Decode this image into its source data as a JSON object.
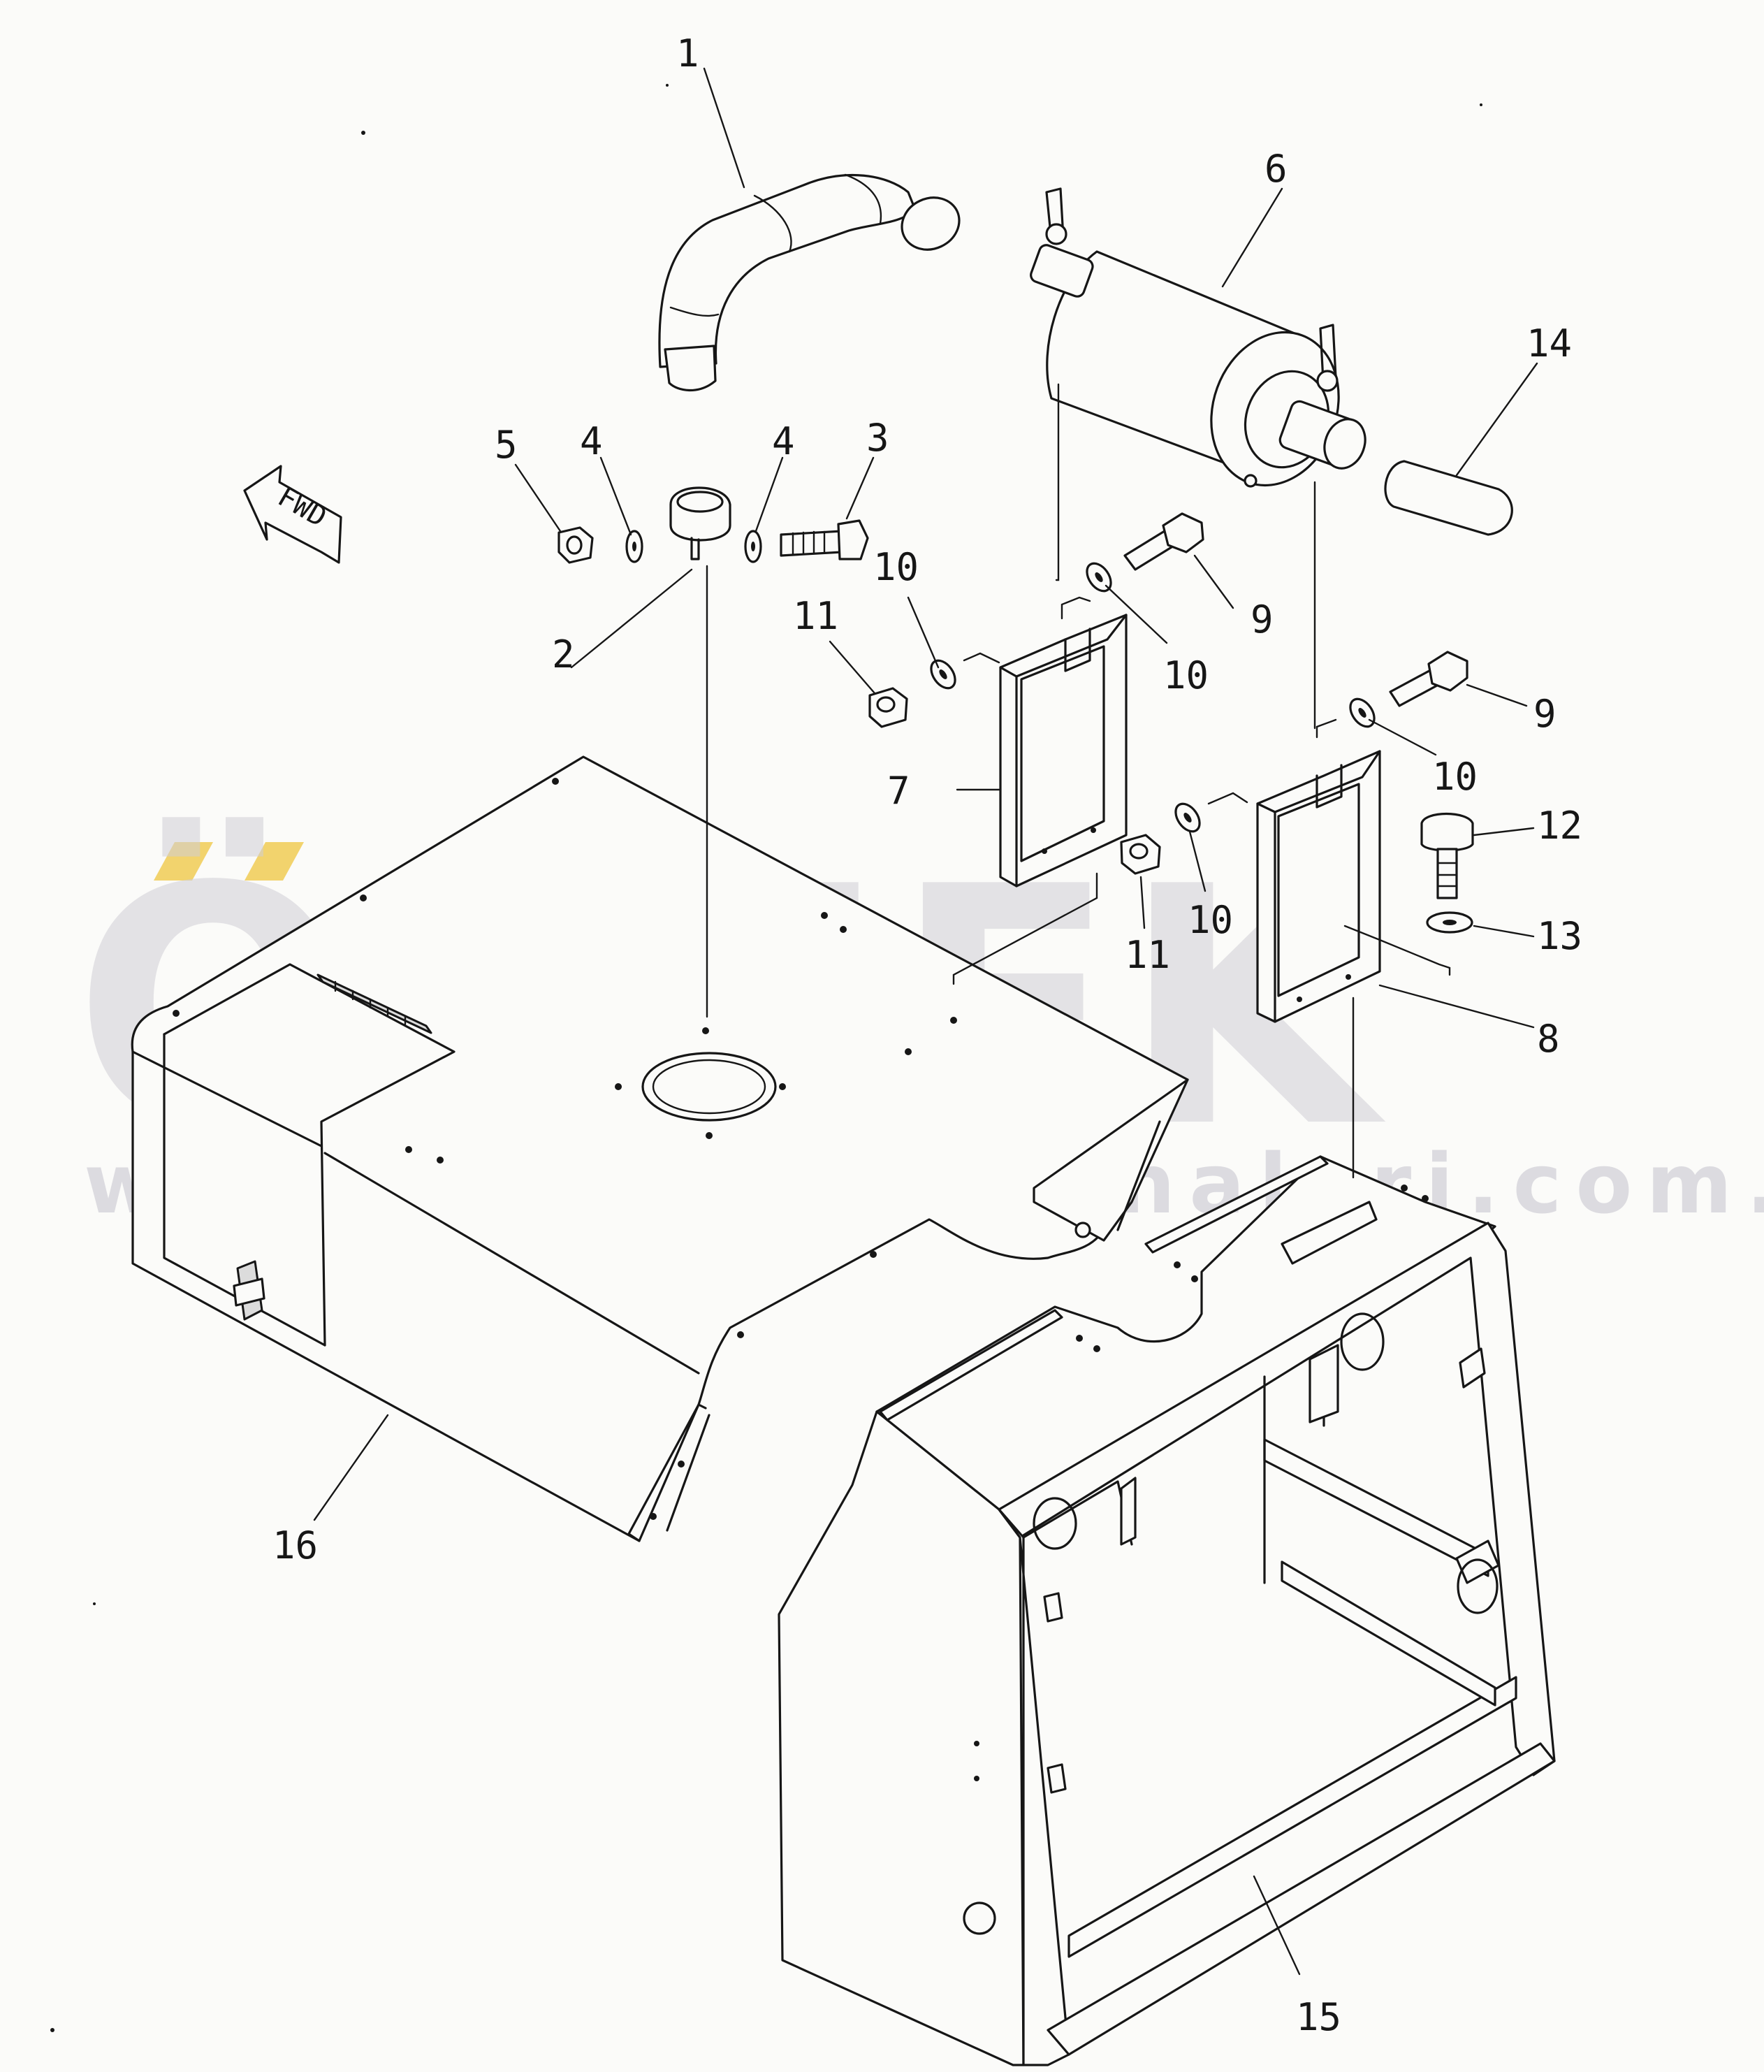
{
  "watermark": {
    "brand": "ÖRNEK",
    "url": "www.ornekismakinalari.com.tr",
    "accent_color": "#f0c94a"
  },
  "direction_marker": {
    "label": "FWD",
    "icon": "direction-arrow-icon"
  },
  "callouts": [
    {
      "id": "1",
      "label": "1"
    },
    {
      "id": "2",
      "label": "2"
    },
    {
      "id": "3",
      "label": "3"
    },
    {
      "id": "4a",
      "label": "4"
    },
    {
      "id": "4b",
      "label": "4"
    },
    {
      "id": "5",
      "label": "5"
    },
    {
      "id": "6",
      "label": "6"
    },
    {
      "id": "7",
      "label": "7"
    },
    {
      "id": "8",
      "label": "8"
    },
    {
      "id": "9a",
      "label": "9"
    },
    {
      "id": "9b",
      "label": "9"
    },
    {
      "id": "10a",
      "label": "10"
    },
    {
      "id": "10b",
      "label": "10"
    },
    {
      "id": "10c",
      "label": "10"
    },
    {
      "id": "10d",
      "label": "10"
    },
    {
      "id": "11a",
      "label": "11"
    },
    {
      "id": "11b",
      "label": "11"
    },
    {
      "id": "12",
      "label": "12"
    },
    {
      "id": "13",
      "label": "13"
    },
    {
      "id": "14",
      "label": "14"
    },
    {
      "id": "15",
      "label": "15"
    },
    {
      "id": "16",
      "label": "16"
    }
  ]
}
